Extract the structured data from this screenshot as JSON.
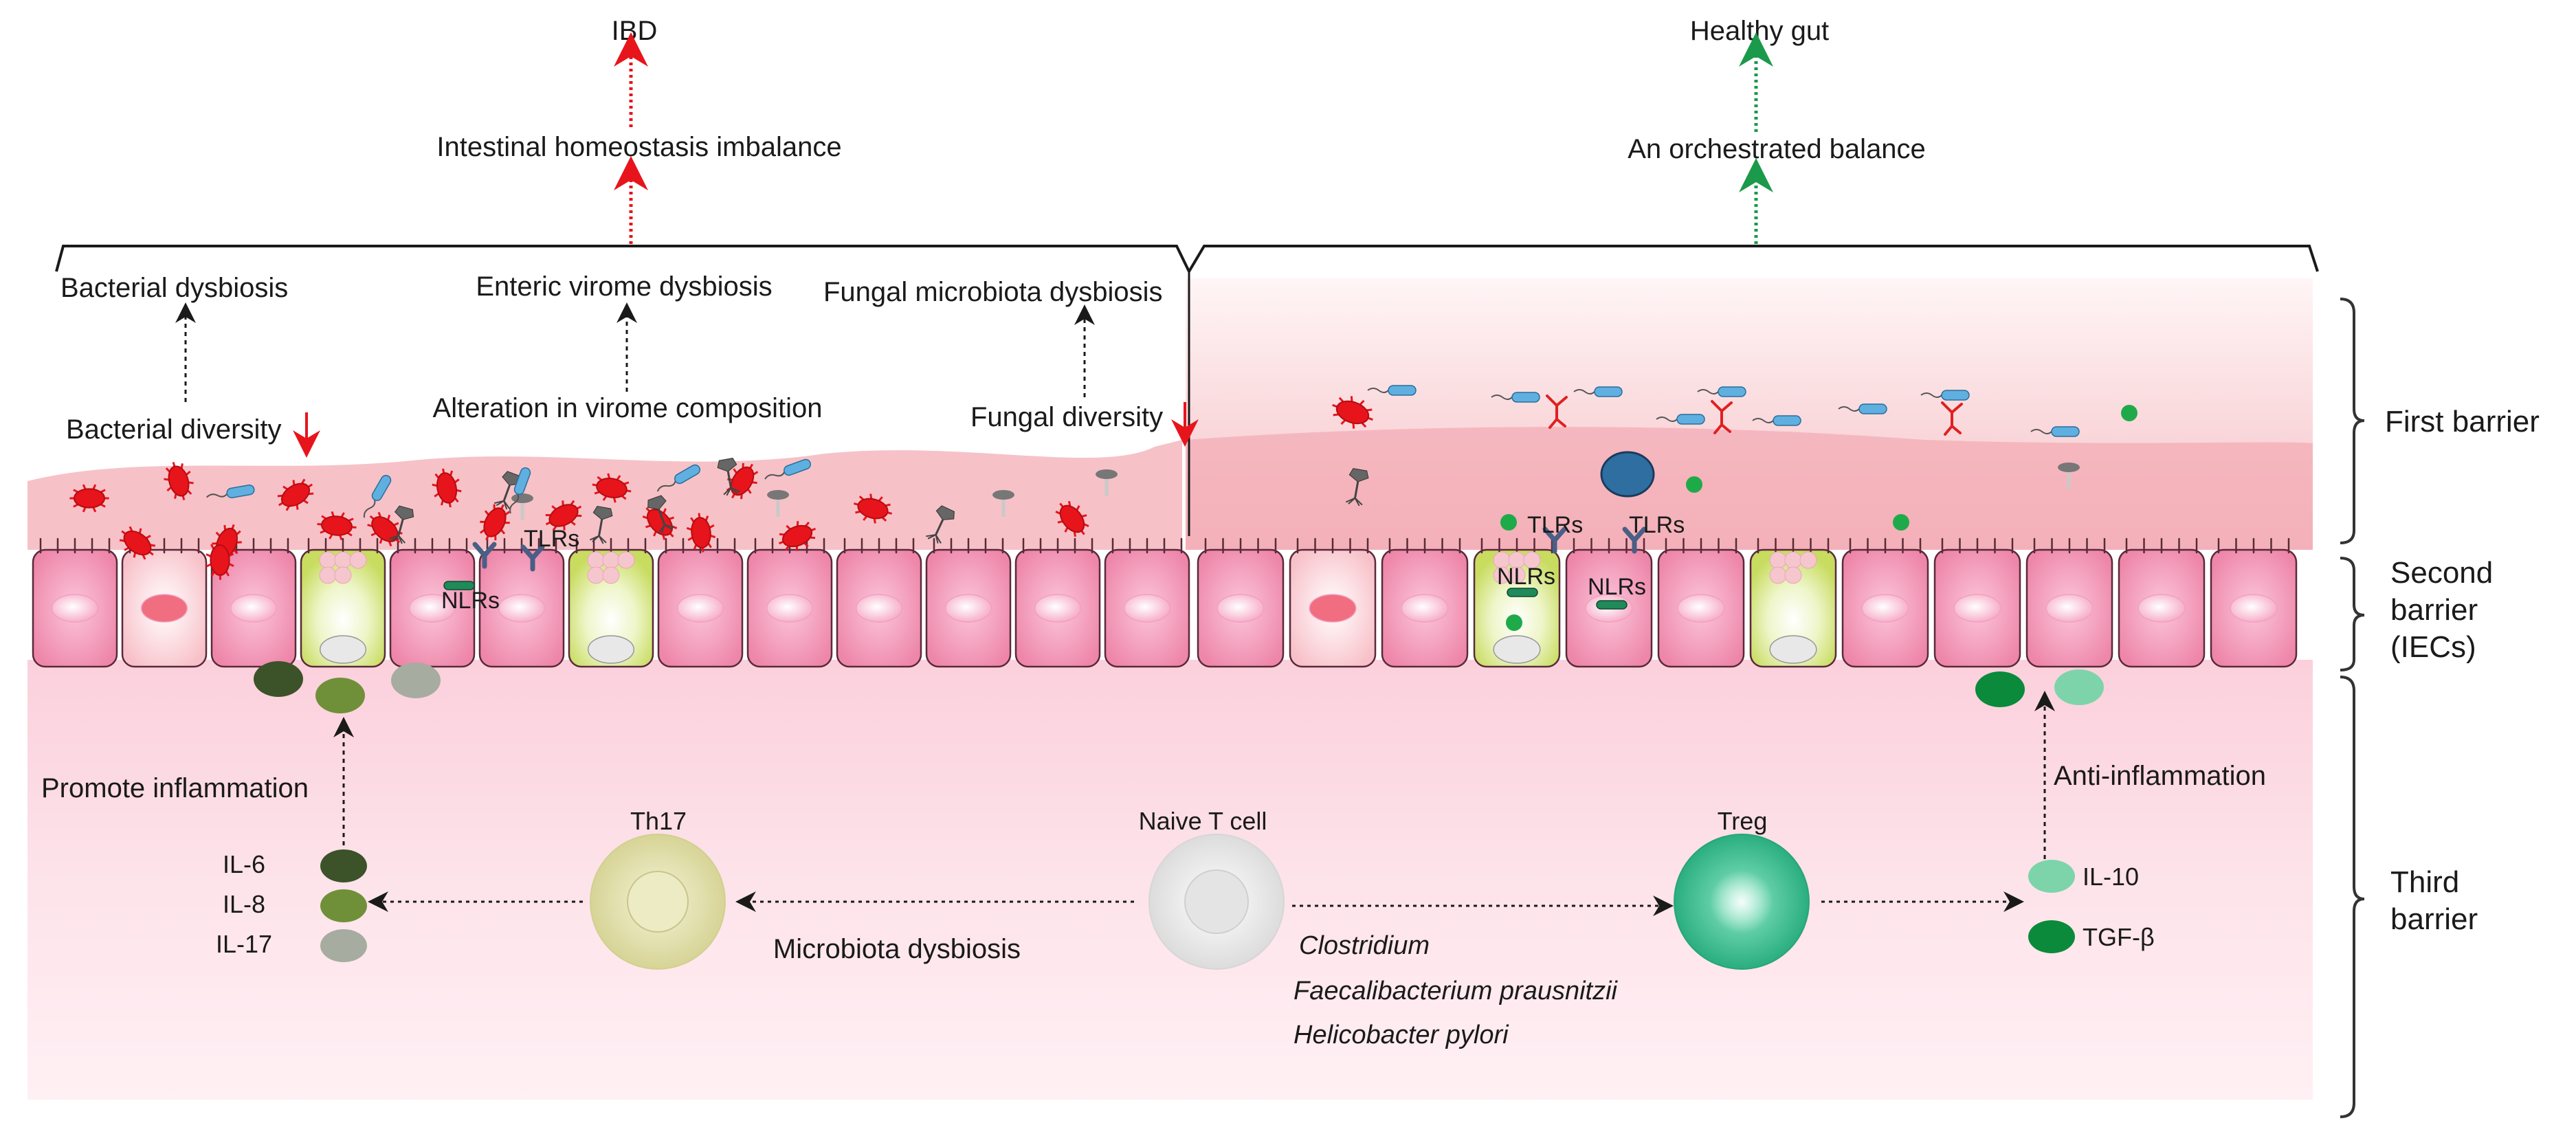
{
  "outcomes": {
    "ibd": "IBD",
    "imbalance": "Intestinal homeostasis imbalance",
    "healthy": "Healthy gut",
    "balance": "An orchestrated balance"
  },
  "dysbiosis": {
    "bacterial": "Bacterial dysbiosis",
    "virome": "Enteric virome dysbiosis",
    "fungal": "Fungal microbiota dysbiosis",
    "bacterial_diversity": "Bacterial diversity",
    "virome_alteration": "Alteration in virome composition",
    "fungal_diversity": "Fungal diversity"
  },
  "receptors": {
    "tlrs": "TLRs",
    "nlrs": "NLRs"
  },
  "barriers": {
    "first": "First barrier",
    "second_line1": "Second",
    "second_line2": "barrier",
    "second_line3": "(IECs)",
    "third_line1": "Third",
    "third_line2": "barrier"
  },
  "immune": {
    "promote": "Promote inflammation",
    "anti": "Anti-inflammation",
    "th17": "Th17",
    "naive": "Naive T cell",
    "treg": "Treg",
    "dysbiosis": "Microbiota dysbiosis",
    "il6": "IL-6",
    "il8": "IL-8",
    "il17": "IL-17",
    "il10": "IL-10",
    "tgfb": "TGF-β"
  },
  "bacteria_list": [
    "Clostridium",
    "Faecalibacterium prausnitzii",
    "Helicobacter pylori"
  ],
  "colors": {
    "red_arrow": "#e8141b",
    "green_arrow": "#1a9a4a",
    "mucus": "#f7c9cd",
    "lamina": "#fde3ea",
    "epithelium": "#f29ab8",
    "goblet": "#d7e67a",
    "treg": "#3dbf94",
    "th17": "#e2e2b0",
    "il6": "#3c5228",
    "il8": "#6f9038",
    "il17": "#a6aca0",
    "il10": "#7dd4aa",
    "tgfb": "#0a8a3a",
    "bacteria": "#e8141b",
    "virus_rod": "#5fb0e0",
    "fungus": "#e02020"
  }
}
